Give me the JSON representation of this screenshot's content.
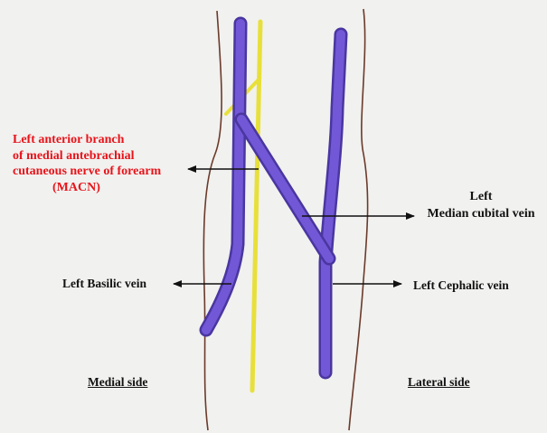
{
  "labels": {
    "macn": {
      "line1": "Left  anterior branch",
      "line2": "of medial antebrachial",
      "line3": "cutaneous nerve of forearm",
      "line4": "(MACN)"
    },
    "median_cubital": {
      "line1": "Left",
      "line2": "Median cubital vein"
    },
    "basilic": "Left Basilic vein",
    "cephalic": "Left Cephalic vein",
    "medial_side": "Medial side",
    "lateral_side": "Lateral side"
  },
  "colors": {
    "background": "#f1f1ef",
    "vein": "#6a4fc4",
    "nerve": "#e8e03a",
    "outline": "#6b3a2a",
    "nerve_label": "#e8141b",
    "text": "#111111"
  }
}
